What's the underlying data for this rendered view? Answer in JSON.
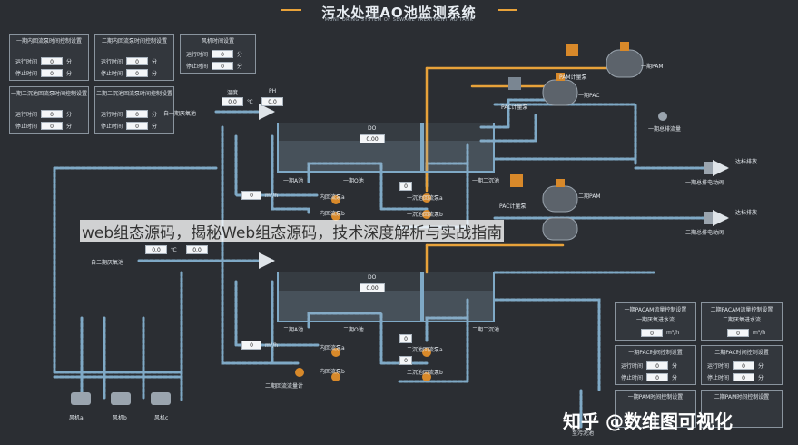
{
  "header": {
    "title": "污水处理AO池监测系统",
    "subtitle": "MONITORING SYSTEM OF SEWAGE TREATMENT AO TANK"
  },
  "panels": {
    "return_pump_1": {
      "title": "一期内回流泵时间控制设置",
      "run_label": "运行时间",
      "stop_label": "停止时间",
      "run": "0",
      "stop": "0",
      "unit": "分"
    },
    "return_pump_2": {
      "title": "二期内回流泵时间控制设置",
      "run_label": "运行时间",
      "stop_label": "停止时间",
      "run": "0",
      "stop": "0",
      "unit": "分"
    },
    "fan_time": {
      "title": "风机时间设置",
      "run_label": "运行时间",
      "stop_label": "停止时间",
      "run": "0",
      "stop": "0",
      "unit": "分"
    },
    "sec_return_1": {
      "title": "一期二沉池回流泵时间控制设置",
      "run_label": "运行时间",
      "stop_label": "停止时间",
      "run": "0",
      "stop": "0",
      "unit": "分"
    },
    "sec_return_2": {
      "title": "二期二沉池回流泵时间控制设置",
      "run_label": "运行时间",
      "stop_label": "停止时间",
      "run": "0",
      "stop": "0",
      "unit": "分"
    },
    "pacam_1": {
      "title": "一期PACAM流量控制设置",
      "sub": "一期厌氧进水流",
      "value": "0",
      "unit": "m³/h"
    },
    "pacam_2": {
      "title": "二期PACAM流量控制设置",
      "sub": "二期厌氧进水流",
      "value": "0",
      "unit": "m³/h"
    },
    "pac_1": {
      "title": "一期PAC时间控制设置",
      "run_label": "运行时间",
      "stop_label": "停止时间",
      "run": "0",
      "stop": "0",
      "unit": "分"
    },
    "pac_2": {
      "title": "二期PAC时间控制设置",
      "run_label": "运行时间",
      "stop_label": "停止时间",
      "run": "0",
      "stop": "0",
      "unit": "分"
    },
    "pam_1": {
      "title": "一期PAM时间控制设置"
    },
    "pam_2": {
      "title": "二期PAM时间控制设置"
    }
  },
  "readouts": {
    "temp_label": "温度",
    "ph_label": "PH",
    "temp_1": "0.0",
    "ph_1": "0.0",
    "temp_unit": "℃",
    "temp_2": "0.0",
    "ph_2": "0.0",
    "do_label": "DO",
    "do_1": "0.00",
    "do_2": "0.00",
    "flow_1": "0",
    "flow_2": "0",
    "flow_unit": "m³/h",
    "small_1": "0",
    "small_2": "0",
    "small_3": "0",
    "small_4": "0"
  },
  "labels": {
    "inlet_1": "自一期厌氧池",
    "inlet_2": "自二期厌氧池",
    "tank_1a": "一期A池",
    "tank_1o": "一期O池",
    "sec_1": "一期二沉池",
    "tank_2a": "二期A池",
    "tank_2o": "二期O池",
    "sec_2": "二期二沉池",
    "pump_1a": "内回流泵a",
    "pump_1b": "内回流泵b",
    "pump_2a": "内回流泵a",
    "pump_2b": "内回流泵b",
    "sec_pump_1a": "一沉池回流泵a",
    "sec_pump_1b": "一沉池回流泵b",
    "sec_pump_2a": "二沉池回流泵a",
    "sec_pump_2b": "二沉池回流泵b",
    "return_meter_2": "二期回流流量计",
    "pam_1": "一期PAM",
    "pam_meter_1": "PAM计量泵",
    "pac_1": "一期PAC",
    "pac_meter_1": "PAC计量泵",
    "pam_2": "二期PAM",
    "pac_meter_2": "PAC计量泵",
    "total_flow_1": "一期总排流量",
    "discharge_1": "达标排放",
    "valve_1": "一期总排电动阀",
    "discharge_2": "达标排放",
    "valve_2": "二期总排电动阀",
    "fan_a": "风机a",
    "fan_b": "风机b",
    "fan_c": "风机c",
    "sludge": "至污泥池"
  },
  "overlays": {
    "watermark": "web组态源码，揭秘Web组态源码，技术深度解析与实战指南",
    "brand": "知乎 @数维图可视化"
  },
  "colors": {
    "pipe": "#7fa9c6",
    "pipe_orange": "#e8a23a",
    "panel_border": "#8a949e"
  }
}
